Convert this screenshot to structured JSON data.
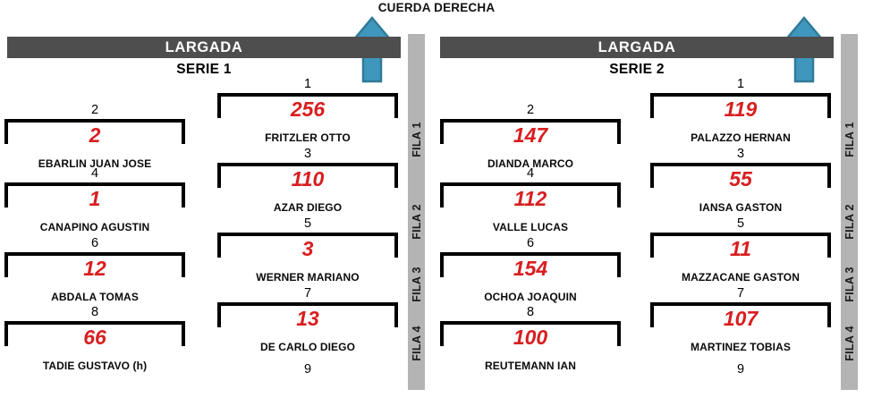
{
  "header": {
    "cuerda_label": "CUERDA DERECHA",
    "arrow_color": "#4097bd",
    "arrow_border": "#2f7a99"
  },
  "colors": {
    "bar": "#4e4e4e",
    "bar_text": "#ffffff",
    "car_number": "#d81e20",
    "fila_strip": "#b4b4b4"
  },
  "series": [
    {
      "largada_label": "LARGADA",
      "title": "SERIE 2",
      "inner_column": {
        "slots": [
          {
            "position": "2",
            "car_number": "147",
            "driver": "DIANDA MARCO"
          },
          {
            "position": "4",
            "car_number": "112",
            "driver": "VALLE LUCAS"
          },
          {
            "position": "6",
            "car_number": "154",
            "driver": "OCHOA JOAQUIN"
          },
          {
            "position": "8",
            "car_number": "100",
            "driver": "REUTEMANN IAN"
          }
        ],
        "tail_position": ""
      },
      "outer_column": {
        "slots": [
          {
            "position": "1",
            "car_number": "119",
            "driver": "PALAZZO HERNAN"
          },
          {
            "position": "3",
            "car_number": "55",
            "driver": "IANSA GASTON"
          },
          {
            "position": "5",
            "car_number": "11",
            "driver": "MAZZACANE  GASTON"
          },
          {
            "position": "7",
            "car_number": "107",
            "driver": "MARTINEZ TOBIAS"
          }
        ],
        "tail_position": "9"
      },
      "fila_labels": [
        "FILA 1",
        "FILA 2",
        "FILA 3",
        "FILA 4"
      ]
    },
    {
      "largada_label": "LARGADA",
      "title": "SERIE 1",
      "inner_column": {
        "slots": [
          {
            "position": "2",
            "car_number": "2",
            "driver": "EBARLIN JUAN JOSE"
          },
          {
            "position": "4",
            "car_number": "1",
            "driver": "CANAPINO AGUSTIN"
          },
          {
            "position": "6",
            "car_number": "12",
            "driver": "ABDALA TOMAS"
          },
          {
            "position": "8",
            "car_number": "66",
            "driver": "TADIE GUSTAVO (h)"
          }
        ],
        "tail_position": ""
      },
      "outer_column": {
        "slots": [
          {
            "position": "1",
            "car_number": "256",
            "driver": "FRITZLER OTTO"
          },
          {
            "position": "3",
            "car_number": "110",
            "driver": "AZAR DIEGO"
          },
          {
            "position": "5",
            "car_number": "3",
            "driver": "WERNER MARIANO"
          },
          {
            "position": "7",
            "car_number": "13",
            "driver": "DE CARLO DIEGO"
          }
        ],
        "tail_position": "9"
      },
      "fila_labels": [
        "FILA 1",
        "FILA 2",
        "FILA 3",
        "FILA 4"
      ]
    }
  ]
}
